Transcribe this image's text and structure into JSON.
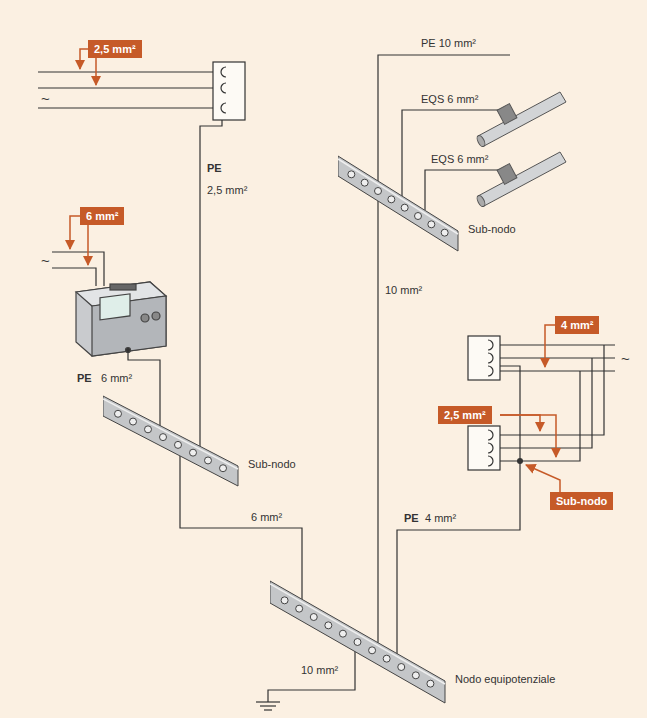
{
  "diagram": {
    "nodes": [
      {
        "text": [
          "2,5 mm²"
        ]
      },
      {
        "text": [
          "6 mm²"
        ]
      },
      {
        "text": [
          "Sub-nodo"
        ]
      },
      {
        "text": [
          "Sub-nodo"
        ]
      },
      {
        "text": [
          "4 mm²"
        ]
      },
      {
        "text": [
          "2,5 mm²"
        ]
      },
      {
        "text": [
          "Sub-nodo"
        ]
      },
      {
        "text": [
          "Nodo equipotenziale"
        ]
      }
    ],
    "edges": [
      {
        "from": 3,
        "to": 7,
        "arrow": "none",
        "label": "6 mm²"
      },
      {
        "from": 2,
        "to": 7,
        "arrow": "none",
        "label": "10 mm²"
      }
    ],
    "labels": [
      "~",
      "PE",
      "2,5 mm²",
      "PE 10 mm²",
      "EQS 6 mm²",
      "EQS 6 mm²",
      "~",
      "PE",
      "6 mm²",
      "~",
      "PE",
      "4 mm²",
      "10 mm²"
    ]
  }
}
